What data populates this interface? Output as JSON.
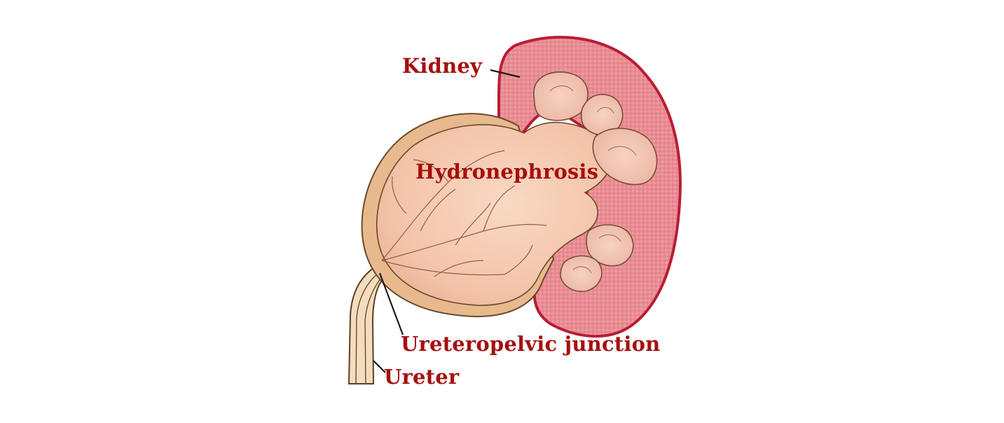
{
  "labels": {
    "kidney": "Kidney",
    "hydronephrosis": "Hydronephrosis",
    "ureteropelvic_junction": "Ureteropelvic junction",
    "ureter": "Ureter"
  },
  "colors": {
    "label_text": "#a50f0f",
    "kidney_cortex": "#e89096",
    "kidney_outline": "#b81e36",
    "pelvis_fill": "#f3c6ab",
    "pelvis_rim": "#e8b98d",
    "vessel_lines": "#8a4a32"
  }
}
